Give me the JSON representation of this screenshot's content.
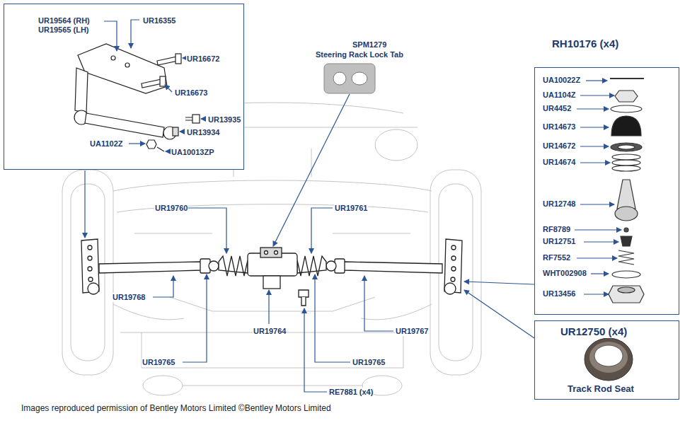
{
  "diagram": {
    "caption": "Images reproduced permission of Bentley Motors Limited ©Bentley Motors Limited",
    "nodes": [
      {
        "text": [
          "UR19564 (RH) UR19565 (LH)",
          "UR16355",
          "UR16672",
          "UR16673",
          "UR13935",
          "UR13934",
          "UA1102Z",
          "UA10013ZP"
        ]
      },
      {
        "text": [
          "RH10176 (x4)",
          "UA10022Z",
          "UA1104Z",
          "UR4452",
          "UR14673",
          "UR14672",
          "UR14674",
          "UR12748",
          "RF8789",
          "UR12751",
          "RF7552",
          "WHT002908",
          "UR13456"
        ]
      },
      {
        "text": [
          "UR12750 (x4)",
          "Track Rod Seat"
        ]
      }
    ],
    "labels": [
      "SPM1279",
      "Steering Rack Lock Tab",
      "UR19760",
      "UR19761",
      "UR19768",
      "UR19764",
      "UR19767",
      "UR19765",
      "UR19765",
      "RE7881 (x4)"
    ]
  }
}
